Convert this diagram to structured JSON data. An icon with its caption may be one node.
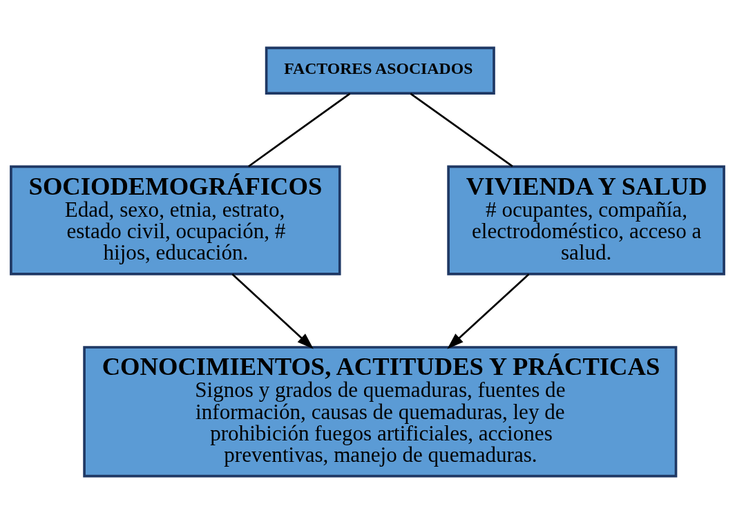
{
  "diagram": {
    "nodes": [
      {
        "text": [
          "FACTORES ASOCIADOS"
        ]
      },
      {
        "text": [
          "SOCIODEMOGRÁFICOS",
          "Edad, sexo, etnia, estrato, estado civil, ocupación, # hijos, educación."
        ]
      },
      {
        "text": [
          "VIVIENDA Y SALUD",
          "# ocupantes, compañía, electrodoméstico, acceso a salud."
        ]
      },
      {
        "text": [
          "CONOCIMIENTOS, ACTITUDES Y PRÁCTICAS",
          "Signos y grados de quemaduras, fuentes de información, causas de quemaduras, ley de prohibición fuegos artificiales, acciones preventivas, manejo de quemaduras."
        ]
      }
    ],
    "edges": [
      {
        "from": 0,
        "to": 1,
        "arrow": "none"
      },
      {
        "from": 0,
        "to": 2,
        "arrow": "none"
      },
      {
        "from": 1,
        "to": 3,
        "arrow": "to"
      },
      {
        "from": 2,
        "to": 3,
        "arrow": "to"
      }
    ]
  }
}
